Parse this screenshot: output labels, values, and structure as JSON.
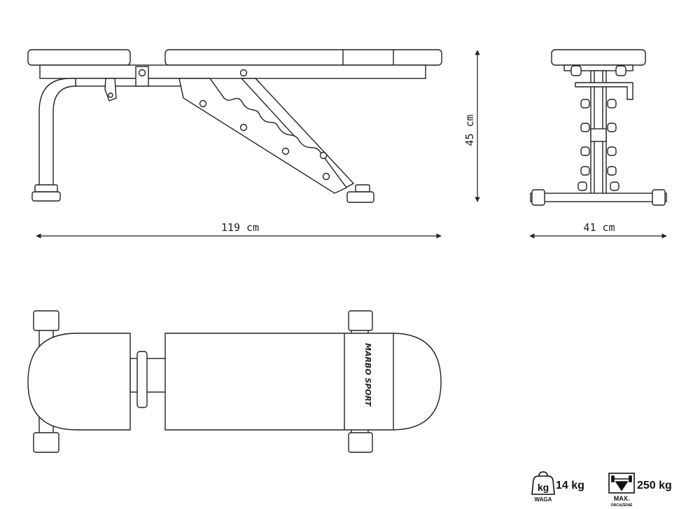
{
  "brand": "MARBO SPORT",
  "dimensions": {
    "length": "119 cm",
    "height": "45 cm",
    "width": "41 cm"
  },
  "specs": {
    "weight_icon_text": "kg",
    "weight_caption": "WAGA",
    "weight_value": "14 kg",
    "max_caption": "MAX.",
    "max_subcaption": "OBCIĄŻENIE",
    "max_value": "250 kg"
  },
  "colors": {
    "line": "#222222",
    "fill": "#ffffff"
  }
}
